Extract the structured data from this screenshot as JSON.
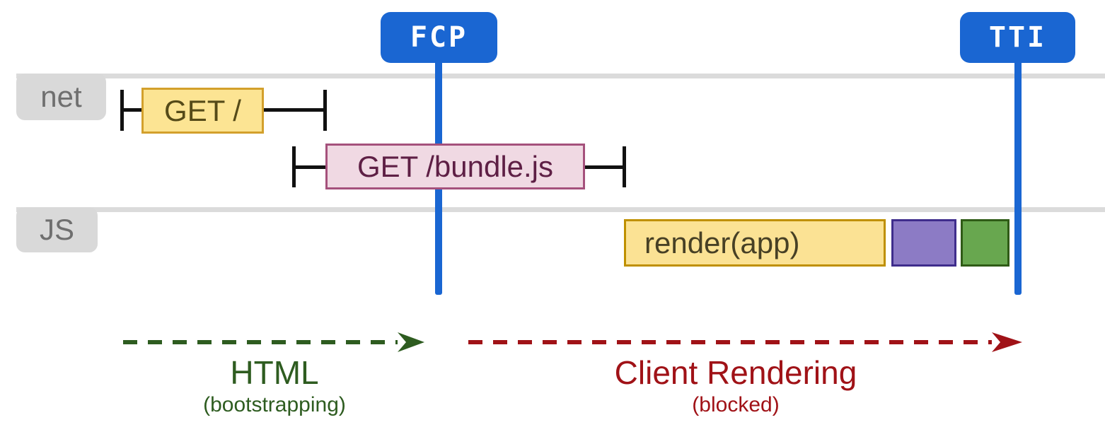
{
  "markers": {
    "accent_color": "#1A66D2",
    "fcp": {
      "label": "FCP"
    },
    "tti": {
      "label": "TTI"
    }
  },
  "lanes": {
    "net": {
      "label": "net"
    },
    "js": {
      "label": "JS"
    }
  },
  "tasks": {
    "get_root": {
      "label": "GET /",
      "fill": "#FCE493",
      "border": "#D3A02C"
    },
    "get_bundle": {
      "label": "GET /bundle.js",
      "fill": "#F0D9E3",
      "border": "#A5517C"
    },
    "render_app": {
      "label": "render(app)",
      "fill": "#FBE294",
      "border": "#BF9000"
    },
    "purple_task": {
      "label": "",
      "fill": "#8C7BC5",
      "border": "#3F2D8C"
    },
    "green_task": {
      "label": "",
      "fill": "#68A74F",
      "border": "#2F5B16"
    }
  },
  "phases": {
    "html": {
      "title": "HTML",
      "subtitle": "(bootstrapping)",
      "color": "#2E5C20"
    },
    "client_rendering": {
      "title": "Client Rendering",
      "subtitle": "(blocked)",
      "color": "#A01217"
    }
  }
}
